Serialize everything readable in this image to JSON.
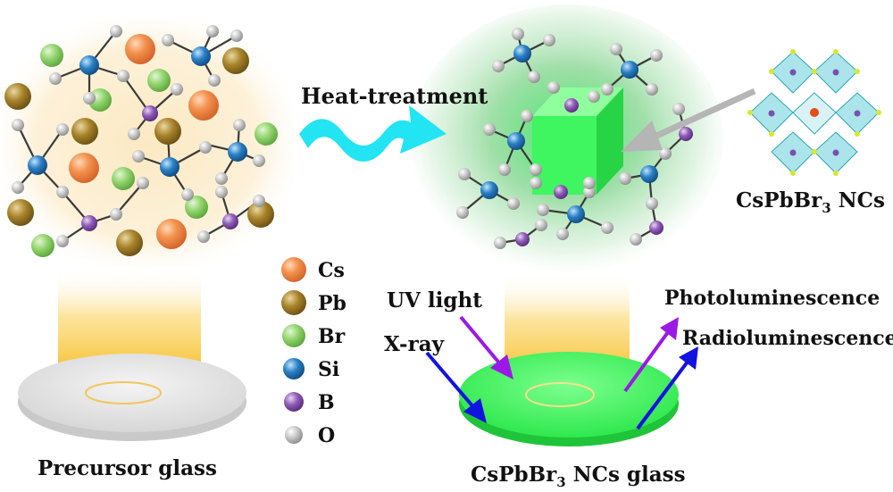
{
  "labels": {
    "precursor": "Precursor glass",
    "heat_treatment": "Heat-treatment",
    "crystal_title": {
      "base": "CsPbBr",
      "sub": "3",
      "rest": " NCs"
    },
    "product": {
      "base": "CsPbBr",
      "sub": "3",
      "rest": " NCs glass"
    },
    "uv_light": "UV light",
    "xray": "X-ray",
    "photoluminescence": "Photoluminescence",
    "radioluminescence": "Radioluminescence"
  },
  "legend": [
    {
      "symbol": "Cs",
      "color": "#f08a4b"
    },
    {
      "symbol": "Pb",
      "color": "#a8832a"
    },
    {
      "symbol": "Br",
      "color": "#8fd16b"
    },
    {
      "symbol": "Si",
      "color": "#2a7fc4"
    },
    {
      "symbol": "B",
      "color": "#8e5bb5"
    },
    {
      "symbol": "O",
      "color": "#bdbdbd"
    }
  ],
  "colors": {
    "heat_arrow": "#22e4f2",
    "uv_arrow": "#9b19e6",
    "xray_arrow": "#1213e0",
    "pointer_arrow": "#b5b5b5",
    "nc_cube": "#47f563",
    "glow_amber": "#f7c02b"
  }
}
